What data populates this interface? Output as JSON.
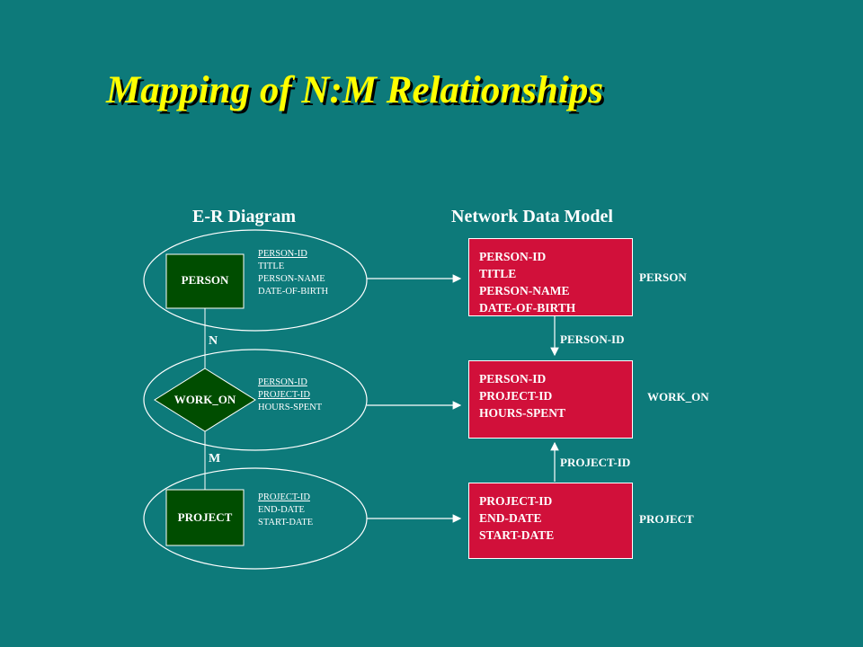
{
  "title": "Mapping of N:M Relationships",
  "er_heading": "E-R Diagram",
  "network_heading": "Network Data Model",
  "er": {
    "person": {
      "label": "PERSON",
      "attributes": [
        "PERSON-ID",
        "TITLE",
        "PERSON-NAME",
        "DATE-OF-BIRTH"
      ]
    },
    "work_on": {
      "label": "WORK_ON",
      "attributes": [
        "PERSON-ID",
        "PROJECT-ID",
        "HOURS-SPENT"
      ]
    },
    "project": {
      "label": "PROJECT",
      "attributes": [
        "PROJECT-ID",
        "END-DATE",
        "START-DATE"
      ]
    },
    "cardinality_n": "N",
    "cardinality_m": "M"
  },
  "network": {
    "person": {
      "fields": [
        "PERSON-ID",
        "TITLE",
        "PERSON-NAME",
        "DATE-OF-BIRTH"
      ],
      "label": "PERSON"
    },
    "work_on": {
      "fields": [
        "PERSON-ID",
        "PROJECT-ID",
        "HOURS-SPENT"
      ],
      "label": "WORK_ON"
    },
    "project": {
      "fields": [
        "PROJECT-ID",
        "END-DATE",
        "START-DATE"
      ],
      "label": "PROJECT"
    },
    "link_person": "PERSON-ID",
    "link_project": "PROJECT-ID"
  },
  "colors": {
    "background": "#0d7a7a",
    "title": "#ffff00",
    "entity_fill": "#004d00",
    "record_fill": "#d1103a"
  }
}
